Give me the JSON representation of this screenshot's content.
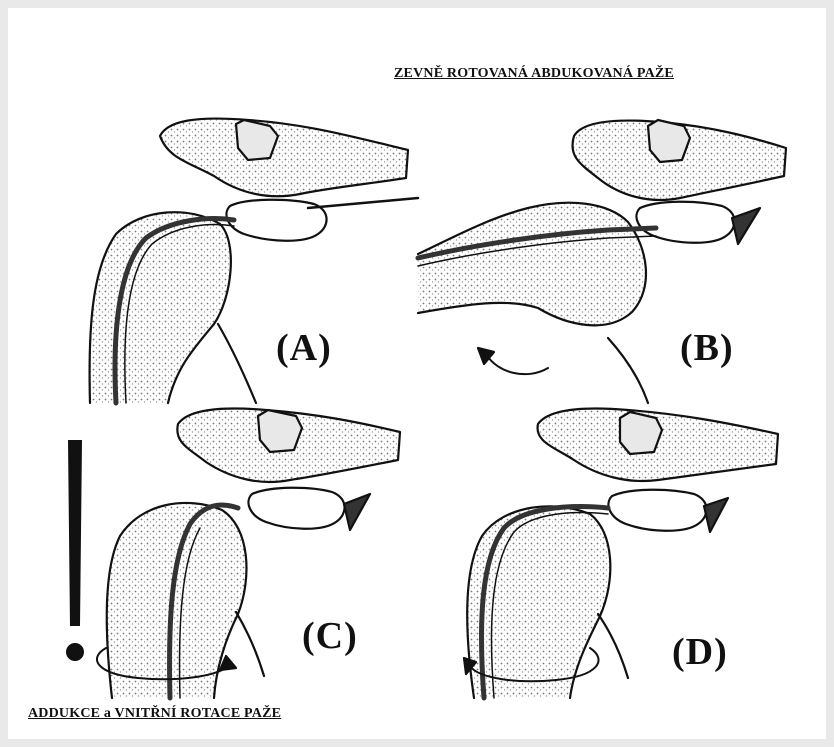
{
  "captions": {
    "top": "ZEVNĚ ROTOVANÁ ABDUKOVANÁ PAŽE",
    "bottom": "ADDUKCE a VNITŘNÍ ROTACE PAŽE"
  },
  "panels": [
    {
      "letter": "(A)"
    },
    {
      "letter": "(B)"
    },
    {
      "letter": "(C)"
    },
    {
      "letter": "(D)"
    }
  ],
  "warning_glyph": "!",
  "colors": {
    "ink": "#111111",
    "stipple": "#8a8a8a",
    "background": "#ffffff",
    "border": "#e9e9e9"
  }
}
